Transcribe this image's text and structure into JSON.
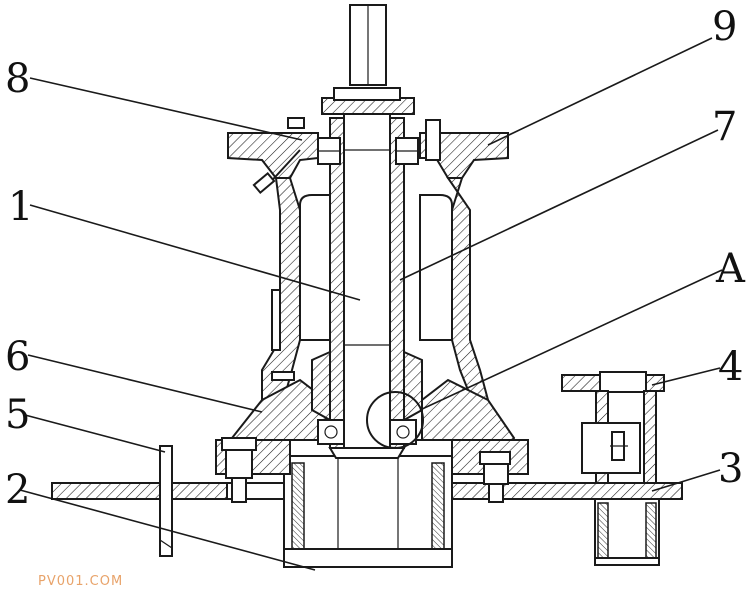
{
  "labels": {
    "part_1": "1",
    "part_2": "2",
    "part_3": "3",
    "part_4": "4",
    "part_5": "5",
    "part_6": "6",
    "part_7": "7",
    "part_8": "8",
    "part_9": "9",
    "detail_a": "A"
  },
  "watermark": {
    "text": "PV001.COM",
    "color": "#e8a36a"
  },
  "colors": {
    "line": "#1a1a1a",
    "background": "#ffffff"
  }
}
